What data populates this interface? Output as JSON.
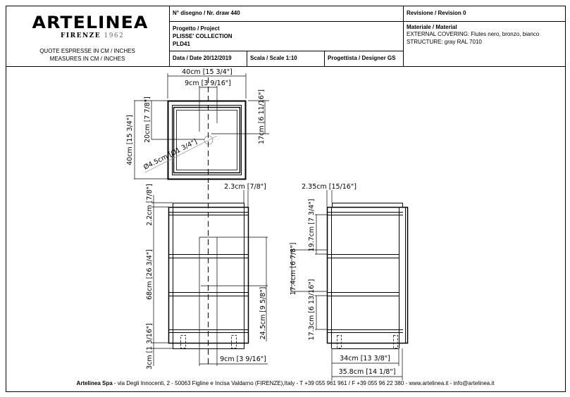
{
  "logo": {
    "brand": "ARTELINEA",
    "city": "FIRENZE",
    "year": "1962"
  },
  "header": {
    "measures_it": "QUOTE ESPRESSE IN CM / INCHES",
    "measures_en": "MEASURES IN CM / INCHES",
    "drawing_number": "N° disegno / Nr. draw  440",
    "project_label": "Progetto / Project",
    "project_name": "PLISSE' COLLECTION",
    "project_code": "PLD41",
    "date": "Data / Date 20/12/2019",
    "scale": "Scala / Scale 1:10",
    "designer": "Progettista / Designer GS",
    "revision": "Revisione / Revision 0",
    "material_label": "Materiale / Material",
    "material_covering": "EXTERNAL COVERING: Flutes nero, bronzo, bianco",
    "material_structure": "STRUCTURE:  gray RAL 7010"
  },
  "dimensions": {
    "top_width": "40cm [15 3/4\"]",
    "top_hole_offset": "9cm [3 9/16\"]",
    "top_depth": "40cm [15 3/4\"]",
    "top_hole_y": "20cm [7 7/8\"]",
    "top_hole_right": "17cm [6 11/16\"]",
    "hole_diameter": "Ø4.5cm [Ø1 3/4\"]",
    "front_edge": "2.3cm [7/8\"]",
    "front_top": "2.2cm [7/8\"]",
    "front_height": "68cm [26 3/4\"]",
    "front_feet": "3cm [1 3/16\"]",
    "front_cutout": "24.5cm [9 5/8\"]",
    "front_bottom_offset": "9cm [3 9/16\"]",
    "side_edge": "2.35cm [15/16\"]",
    "side_top_shelf": "19.7cm [7 3/4\"]",
    "side_mid_shelf": "17.4cm [6 7/8\"]",
    "side_low_shelf": "17.3cm [6 13/16\"]",
    "side_inner_width": "34cm [13 3/8\"]",
    "side_outer_width": "35.8cm [14 1/8\"]"
  },
  "footer": {
    "company": "Artelinea Spa",
    "address": " - via Degli Innocenti, 2 - 50063 Figline e Incisa Valdarno (FIRENZE),Italy - T +39 055 961 961 / F +39 055 96 22 380 - www.artelinea.it - info@artelinea.it"
  }
}
